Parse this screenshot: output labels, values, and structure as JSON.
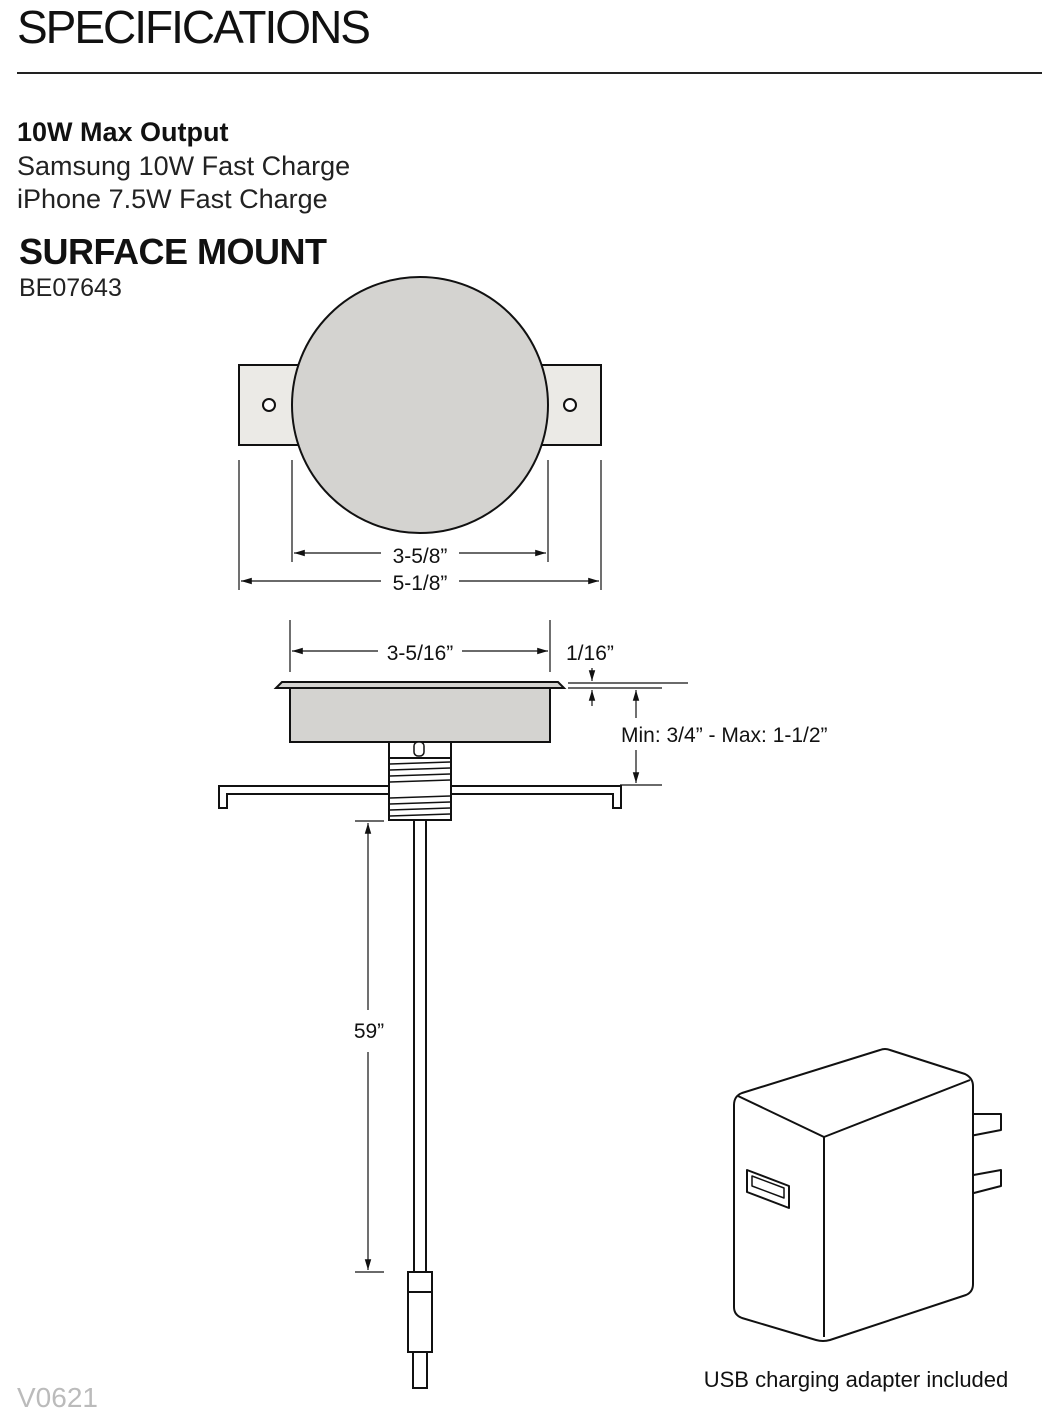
{
  "header": {
    "title": "SPECIFICATIONS"
  },
  "specs": {
    "heading": "10W Max Output",
    "lines": [
      "Samsung 10W Fast Charge",
      "iPhone 7.5W Fast Charge"
    ]
  },
  "product": {
    "name": "SURFACE MOUNT",
    "model": "BE07643"
  },
  "dimensions": {
    "inner_diameter": "3-5/8”",
    "outer_width": "5-1/8”",
    "top_width": "3-5/16”",
    "lip_thickness": "1/16”",
    "mount_range": "Min: 3/4” - Max: 1-1/2”",
    "cord_length": "59”"
  },
  "adapter": {
    "caption": "USB charging adapter included"
  },
  "footer": {
    "code": "V0621"
  },
  "colors": {
    "fill_gray": "#d4d3d0",
    "line": "#111111"
  }
}
